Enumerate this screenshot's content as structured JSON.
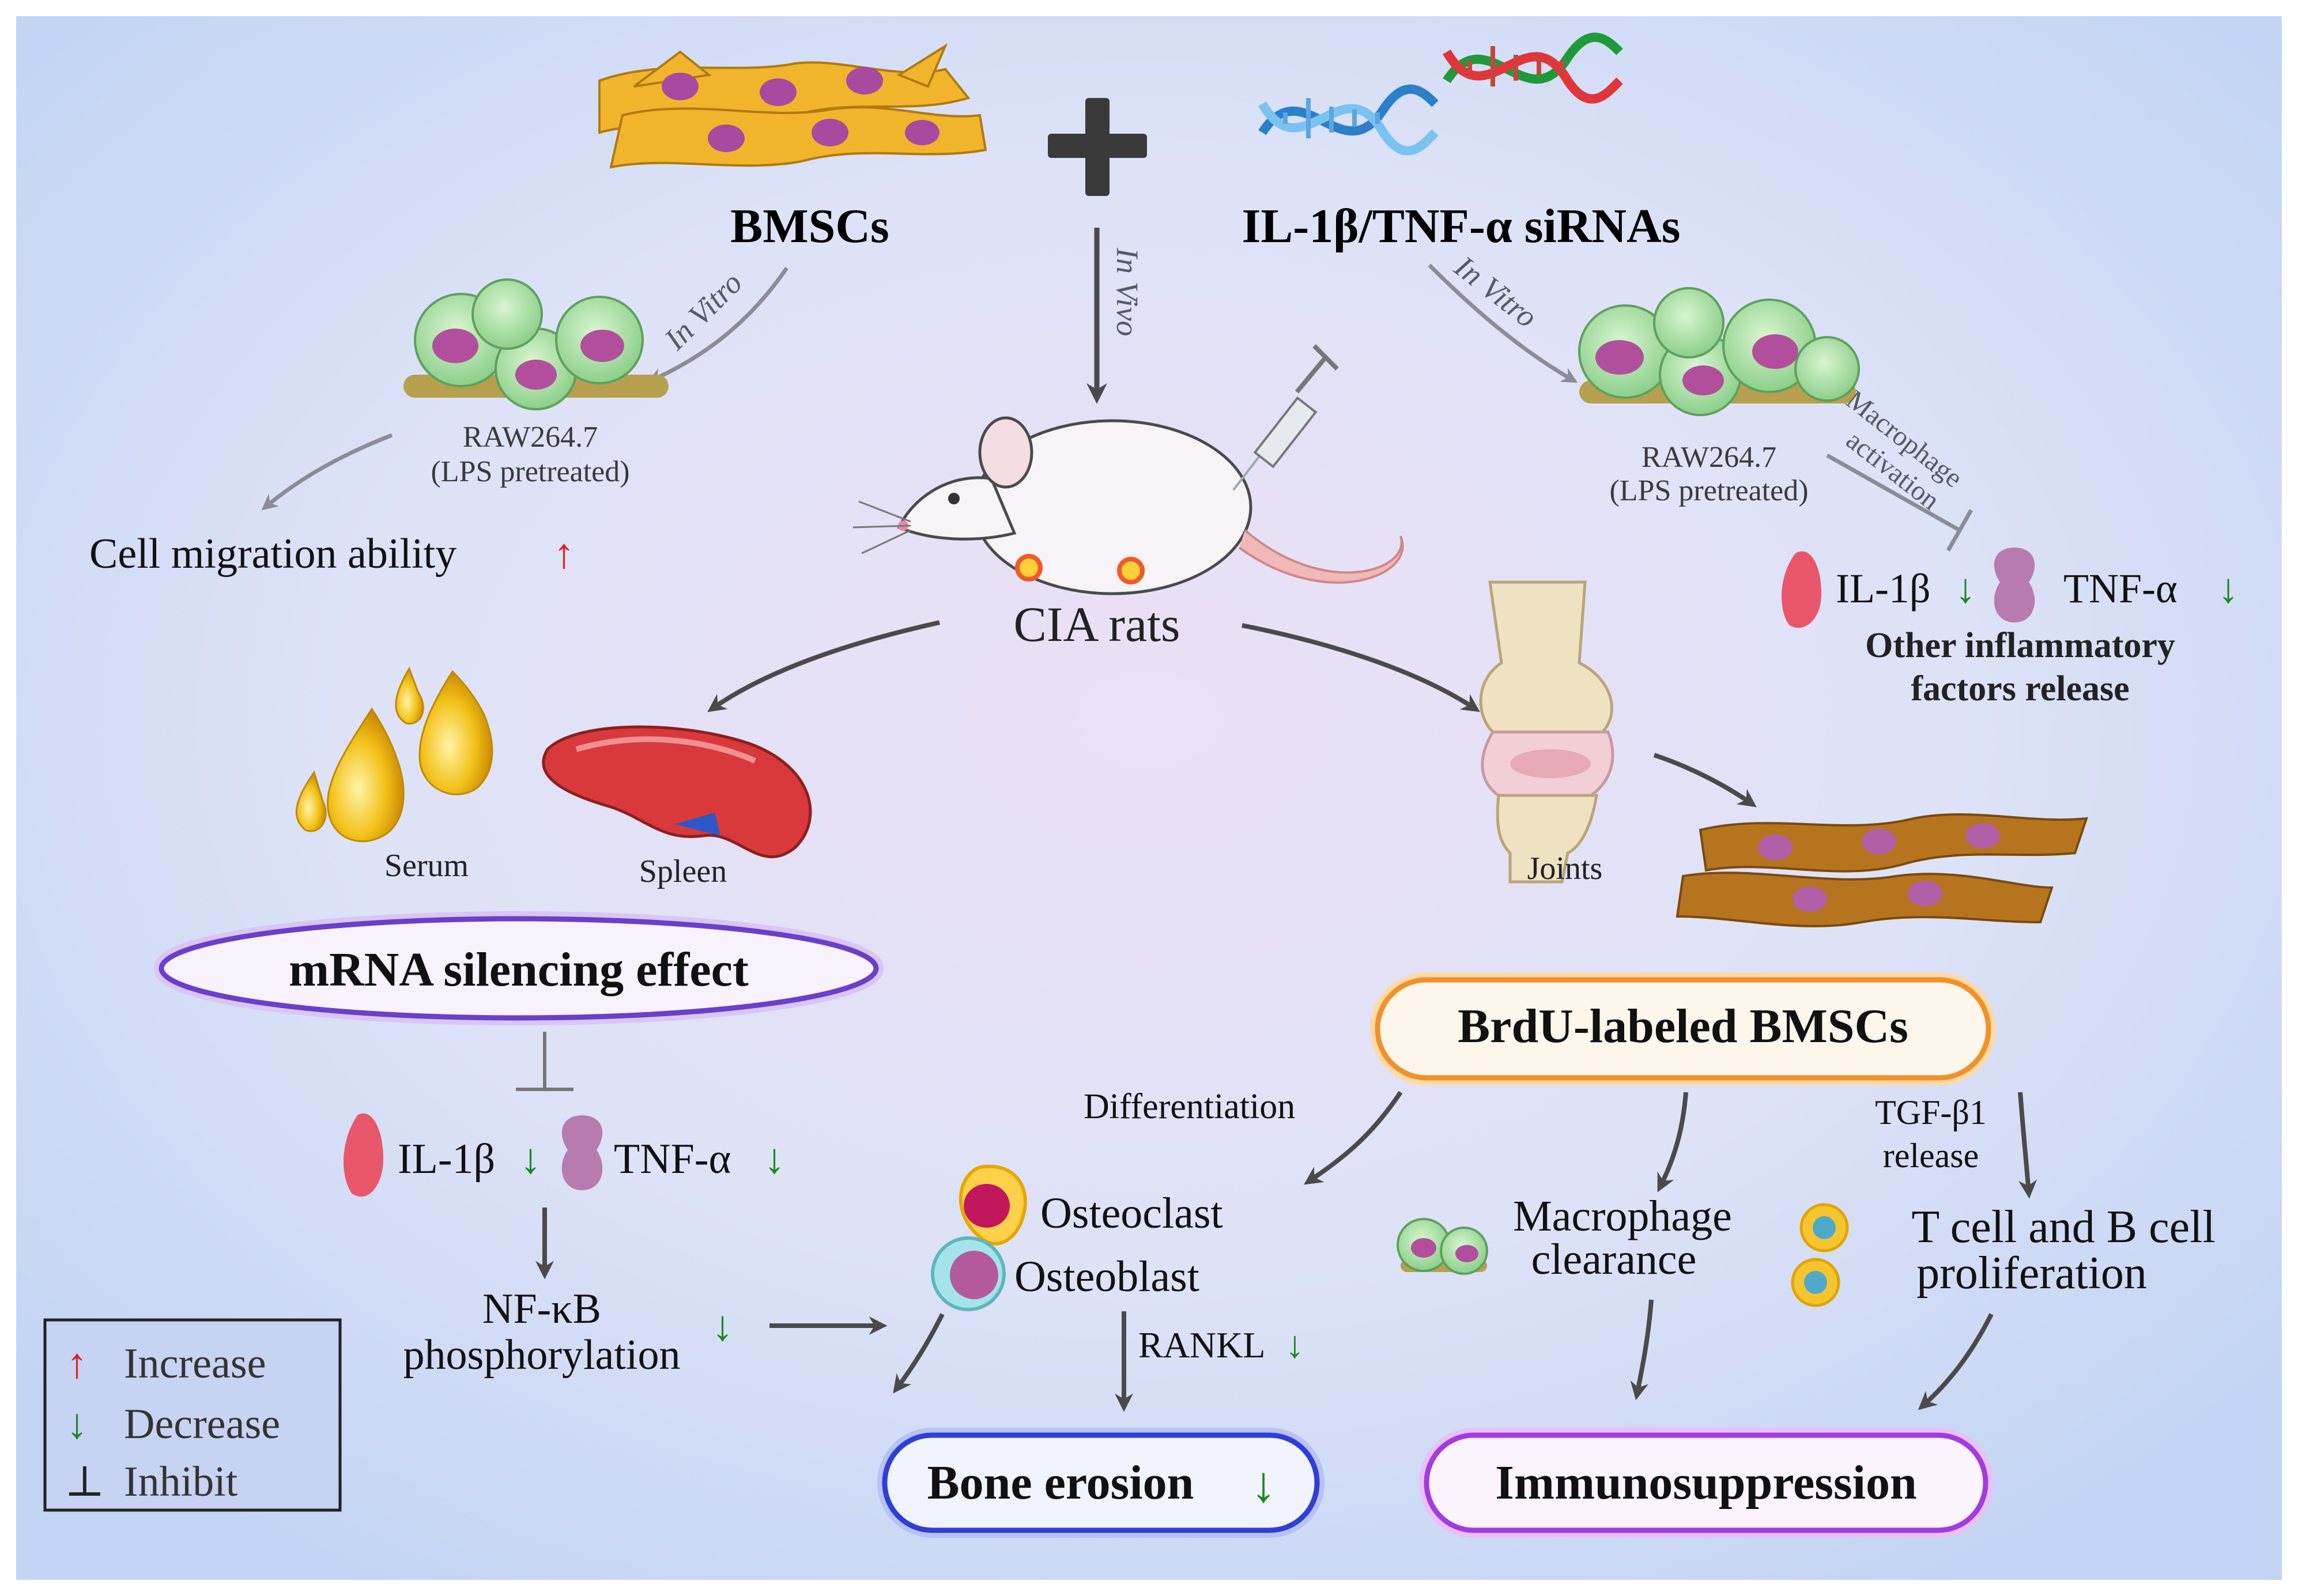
{
  "top": {
    "bmscs": "BMSCs",
    "sirnas": "IL-1β/TNF-α siRNAs",
    "in_vitro": "In Vitro",
    "in_vivo": "In Vivo"
  },
  "left_branch": {
    "raw_line1": "RAW264.7",
    "raw_line2": "(LPS pretreated)",
    "migration": "Cell migration ability"
  },
  "right_branch": {
    "raw_line1": "RAW264.7",
    "raw_line2": "(LPS pretreated)",
    "activation_line1": "Macrophage",
    "activation_line2": "activation",
    "il1b": "IL-1β",
    "tnfa": "TNF-α",
    "other_line1": "Other inflammatory",
    "other_line2": "factors release"
  },
  "center": {
    "cia": "CIA rats"
  },
  "tissues": {
    "serum": "Serum",
    "spleen": "Spleen",
    "joints": "Joints"
  },
  "silencing": {
    "title": "mRNA silencing effect",
    "il1b": "IL-1β",
    "tnfa": "TNF-α",
    "nfkb_line1": "NF-κB",
    "nfkb_line2": "phosphorylation"
  },
  "brdu": {
    "title": "BrdU-labeled BMSCs",
    "differentiation": "Differentiation",
    "osteoclast": "Osteoclast",
    "osteoblast": "Osteoblast",
    "rankl": "RANKL",
    "macrophage_line1": "Macrophage",
    "macrophage_line2": "clearance",
    "tgf_line1": "TGF-β1",
    "tgf_line2": "release",
    "tcell_line1": "T cell and B cell",
    "tcell_line2": "proliferation"
  },
  "outcomes": {
    "bone": "Bone erosion",
    "immuno": "Immunosuppression"
  },
  "legend": {
    "increase": "Increase",
    "decrease": "Decrease",
    "inhibit": "Inhibit"
  },
  "glyphs": {
    "up": "↑",
    "down": "↓",
    "inhibit": "⊥"
  },
  "colors": {
    "increase": "#e02020",
    "decrease": "#1a8a1a",
    "silencing_ring": "#6a3fc9",
    "brdu_ring": "#f0922a",
    "bone_ring": "#2d3fd6",
    "immuno_ring": "#a23ce0"
  }
}
